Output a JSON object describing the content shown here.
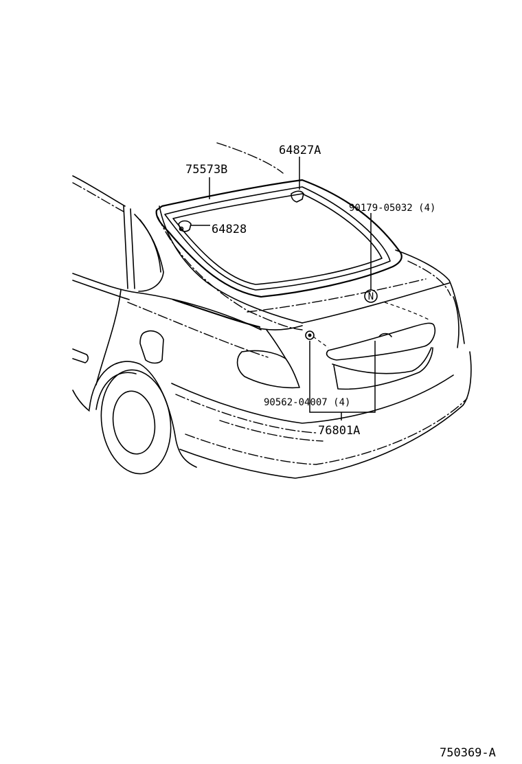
{
  "diagram": {
    "part_labels": {
      "p64827a": "64827A",
      "p75573b": "75573B",
      "p64828": "64828",
      "p90179": "90179-05032 (4)",
      "p90562": "90562-04007 (4)",
      "p76801a": "76801A"
    },
    "symbol_n": "N",
    "figure_id": "750369-A"
  }
}
